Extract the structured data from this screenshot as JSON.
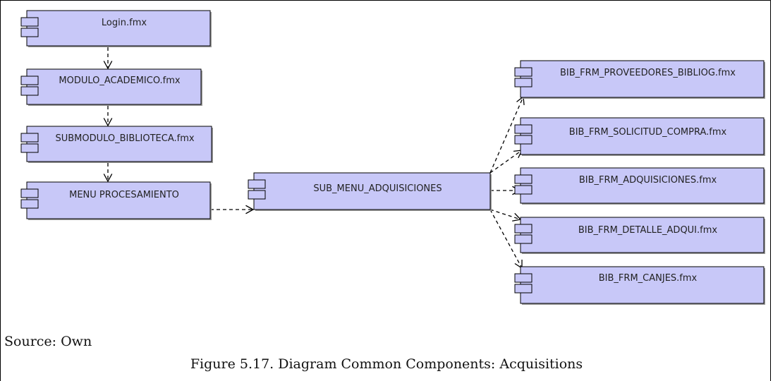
{
  "components": [
    {
      "id": "login",
      "label": "Login.fmx"
    },
    {
      "id": "modulo_academico",
      "label": "MODULO_ACADEMICO.fmx"
    },
    {
      "id": "submodulo_biblioteca",
      "label": "SUBMODULO_BIBLIOTECA.fmx"
    },
    {
      "id": "menu_procesamiento",
      "label": "MENU PROCESAMIENTO"
    },
    {
      "id": "sub_menu_adquisiciones",
      "label": "SUB_MENU_ADQUISICIONES"
    },
    {
      "id": "proveedores",
      "label": "BIB_FRM_PROVEEDORES_BIBLIOG.fmx"
    },
    {
      "id": "solicitud_compra",
      "label": "BIB_FRM_SOLICITUD_COMPRA.fmx"
    },
    {
      "id": "adquisiciones",
      "label": "BIB_FRM_ADQUISICIONES.fmx"
    },
    {
      "id": "detalle_adqui",
      "label": "BIB_FRM_DETALLE_ADQUI.fmx"
    },
    {
      "id": "canjes",
      "label": "BIB_FRM_CANJES.fmx"
    }
  ],
  "dependencies": [
    {
      "from": "login",
      "to": "modulo_academico"
    },
    {
      "from": "modulo_academico",
      "to": "submodulo_biblioteca"
    },
    {
      "from": "submodulo_biblioteca",
      "to": "menu_procesamiento"
    },
    {
      "from": "menu_procesamiento",
      "to": "sub_menu_adquisiciones"
    },
    {
      "from": "sub_menu_adquisiciones",
      "to": "proveedores"
    },
    {
      "from": "sub_menu_adquisiciones",
      "to": "solicitud_compra"
    },
    {
      "from": "sub_menu_adquisiciones",
      "to": "adquisiciones"
    },
    {
      "from": "sub_menu_adquisiciones",
      "to": "detalle_adqui"
    },
    {
      "from": "sub_menu_adquisiciones",
      "to": "canjes"
    }
  ],
  "colors": {
    "component_fill": "#c8c8f8",
    "component_stroke": "#000000",
    "arrow": "#000000"
  },
  "caption": {
    "source": "Source: Own",
    "figure": "Figure 5.17. Diagram Common Components: Acquisitions"
  }
}
